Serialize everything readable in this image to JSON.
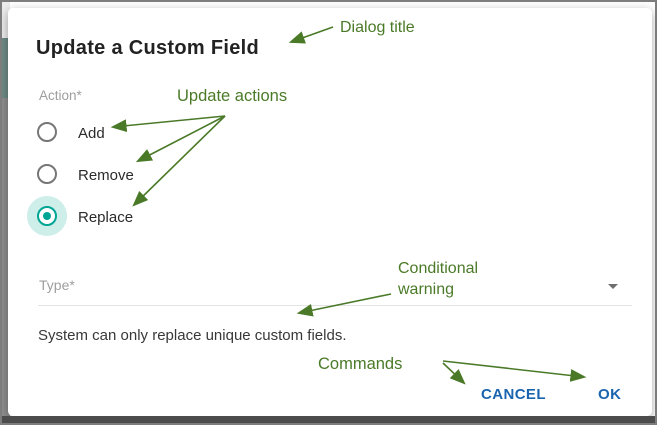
{
  "dialog": {
    "title": "Update a Custom Field",
    "action_group": {
      "label": "Action*",
      "options": [
        {
          "label": "Add",
          "selected": false
        },
        {
          "label": "Remove",
          "selected": false
        },
        {
          "label": "Replace",
          "selected": true
        }
      ]
    },
    "type_field": {
      "label": "Type*",
      "value": "",
      "icon": "dropdown-caret-icon"
    },
    "warning": "System can only replace unique custom fields.",
    "buttons": {
      "cancel": "CANCEL",
      "ok": "OK"
    }
  },
  "annotations": {
    "dialog_title": "Dialog title",
    "update_actions": "Update actions",
    "conditional_warning": "Conditional warning",
    "commands": "Commands"
  },
  "colors": {
    "radio_selected_accent": "#00a593",
    "radio_selected_halo": "#cdeee9",
    "radio_unselected_ring": "#767676",
    "button_blue": "#1a64b0",
    "annotation_green": "#4a7a28",
    "label_gray": "#9e9e9e",
    "backdrop_teal": "#6f8c87",
    "backdrop_gray": "#8f8f8f"
  }
}
